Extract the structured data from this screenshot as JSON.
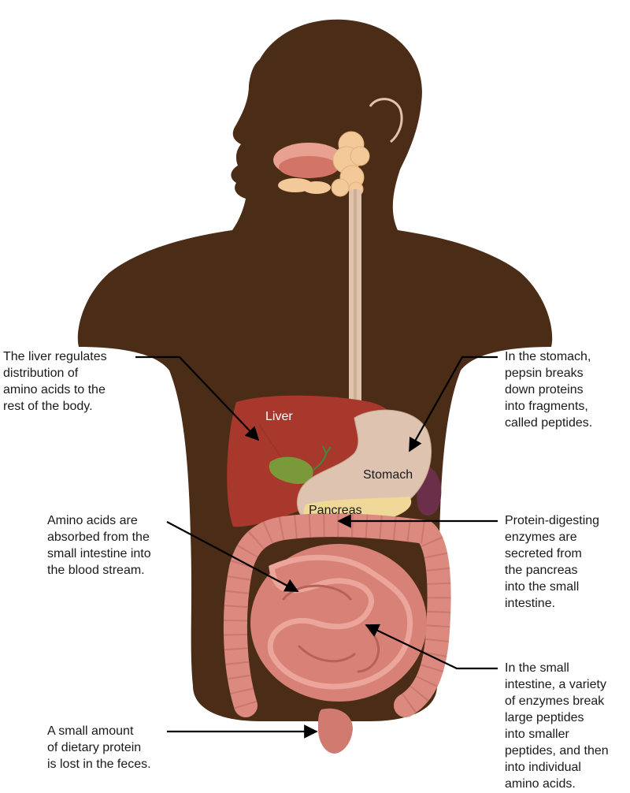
{
  "organ_labels": {
    "liver": "Liver",
    "stomach": "Stomach",
    "pancreas": "Pancreas"
  },
  "callouts": {
    "liver": [
      "The liver regulates",
      "distribution of",
      "amino acids to the",
      "rest of the body."
    ],
    "stomach": [
      "In the stomach,",
      "pepsin breaks",
      "down proteins",
      "into fragments,",
      "called peptides."
    ],
    "amino_absorption": [
      "Amino acids are",
      "absorbed from the",
      "small intestine into",
      "the blood stream."
    ],
    "pancreas": [
      "Protein-digesting",
      "enzymes are",
      "secreted from",
      "the pancreas",
      "into the small",
      "intestine."
    ],
    "small_intestine": [
      "In the small",
      "intestine, a variety",
      "of enzymes break",
      "large peptides",
      "into smaller",
      "peptides, and then",
      "into individual",
      "amino acids."
    ],
    "feces": [
      "A small amount",
      "of dietary protein",
      "is lost in the feces."
    ]
  },
  "colors": {
    "body_silhouette": "#4a2c17",
    "liver": "#a8382c",
    "stomach": "#ddc3b0",
    "pancreas": "#f0d898",
    "intestine": "#dc8a80",
    "gallbladder": "#7a9a3a",
    "spleen": "#6b2f4a",
    "salivary_glands": "#f3c99a",
    "esophagus": "#dfc3ad"
  }
}
